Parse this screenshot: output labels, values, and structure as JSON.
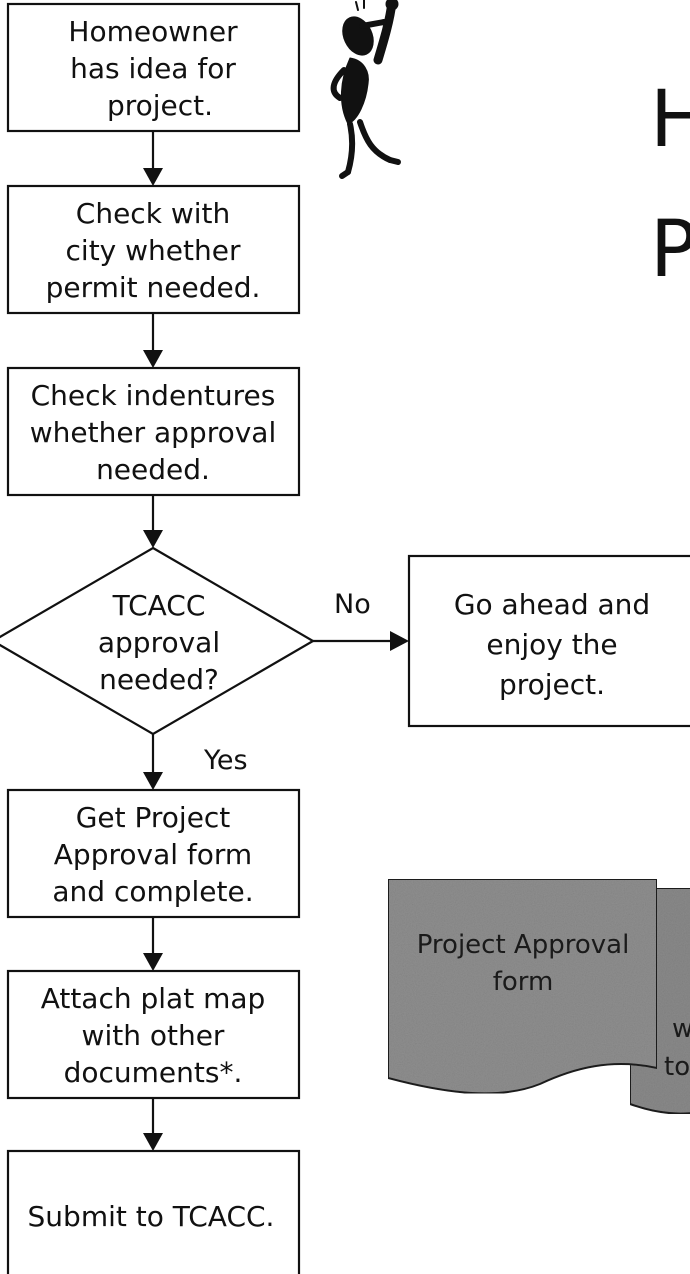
{
  "title": {
    "line1": "H",
    "line2": "P"
  },
  "flowchart": {
    "steps": [
      {
        "lines": [
          "Homeowner",
          "has idea for",
          "project."
        ]
      },
      {
        "lines": [
          "Check with",
          "city whether",
          "permit needed."
        ]
      },
      {
        "lines": [
          "Check indentures",
          "whether approval",
          "needed."
        ]
      }
    ],
    "decision": {
      "lines": [
        "TCACC",
        "approval",
        "needed?"
      ]
    },
    "no_label": "No",
    "yes_label": "Yes",
    "no_outcome": {
      "lines": [
        "Go ahead and",
        "enjoy the",
        "project."
      ]
    },
    "yes_steps": [
      {
        "lines": [
          "Get Project",
          "Approval form",
          "and complete."
        ]
      },
      {
        "lines": [
          "Attach plat map",
          "with other",
          "documents*."
        ]
      },
      {
        "lines": [
          "Submit to TCACC."
        ]
      }
    ]
  },
  "documents": {
    "front": {
      "lines": [
        "Project Approval",
        "form"
      ]
    },
    "back": {
      "lines": [
        "w",
        "to"
      ]
    }
  },
  "colors": {
    "line": "#111111",
    "box_fill": "#ffffff",
    "doc_fill": "#8f8f8f",
    "doc_stroke": "#1f1f1f"
  }
}
